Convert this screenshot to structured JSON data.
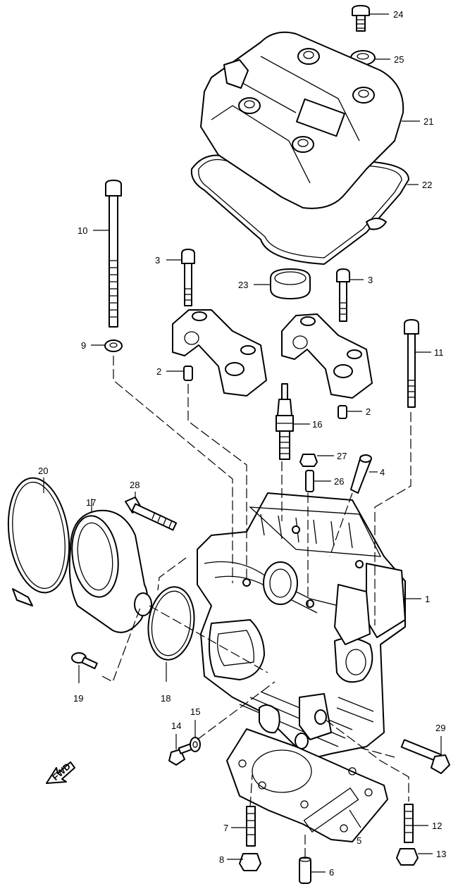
{
  "callouts": {
    "n1": "1",
    "n2": "2",
    "n3": "3",
    "n4": "4",
    "n5": "5",
    "n6": "6",
    "n7": "7",
    "n8": "8",
    "n9": "9",
    "n10": "10",
    "n11": "11",
    "n12": "12",
    "n13": "13",
    "n14": "14",
    "n15": "15",
    "n16": "16",
    "n17": "17",
    "n18": "18",
    "n19": "19",
    "n20": "20",
    "n21": "21",
    "n22": "22",
    "n23": "23",
    "n24": "24",
    "n25": "25",
    "n26": "26",
    "n27": "27",
    "n28": "28",
    "n29": "29"
  },
  "fwd_label": "FWD",
  "line_color": "#000000",
  "background": "#ffffff"
}
